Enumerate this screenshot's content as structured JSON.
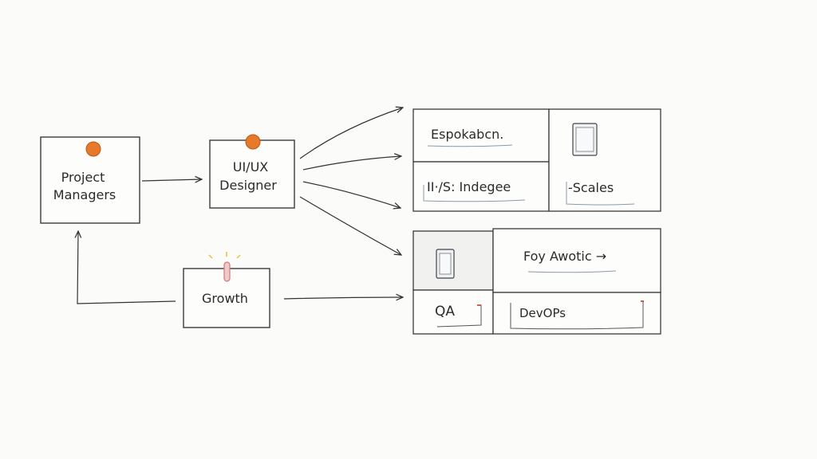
{
  "nodes": {
    "project_managers": {
      "label_line1": "Project",
      "label_line2": "Managers"
    },
    "uiux_designer": {
      "label_line1": "UI/UX",
      "label_line2": "Designer"
    },
    "growth": {
      "label": "Growth"
    }
  },
  "team_grid_top": {
    "cell_a": "Espokabcn.",
    "cell_b": "II·/S: Indegee",
    "cell_c": "-Scales"
  },
  "team_grid_bottom": {
    "cell_a": "Foy Awotic →",
    "cell_b": "QA",
    "cell_c": "DevOPs"
  },
  "colors": {
    "pin": "#e8782a",
    "clip": "#d98b8b",
    "ink": "#333333",
    "accent_line": "#8a9aaa"
  }
}
